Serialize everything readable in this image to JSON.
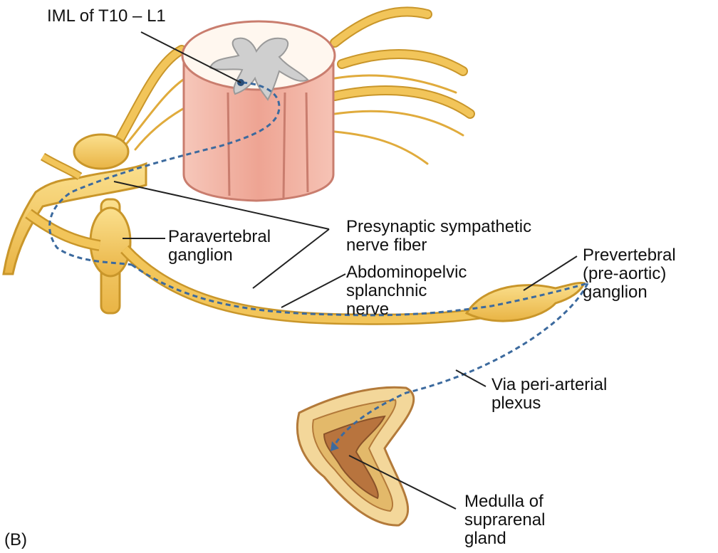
{
  "figure_tag": "(B)",
  "labels": {
    "iml": "IML of T10 – L1",
    "paravertebral": [
      "Paravertebral",
      "ganglion"
    ],
    "presynaptic": [
      "Presynaptic sympathetic",
      "nerve fiber"
    ],
    "prevertebral": [
      "Prevertebral",
      "(pre-aortic)",
      "ganglion"
    ],
    "abdominopelvic": [
      "Abdominopelvic",
      "splanchnic",
      "nerve"
    ],
    "periarterial": [
      "Via peri-arterial",
      "plexus"
    ],
    "medulla": [
      "Medulla of",
      "suprarenal",
      "gland"
    ]
  },
  "colors": {
    "nerve": "#f2c55a",
    "nerve_dark": "#c9962a",
    "cord": "#f1b1a3",
    "cord_dark": "#c97d6e",
    "gray_matter": "#cfcfcf",
    "fiber": "#3c6a9e",
    "gland_cortex": "#e3b96a",
    "gland_medulla": "#b8743e"
  }
}
